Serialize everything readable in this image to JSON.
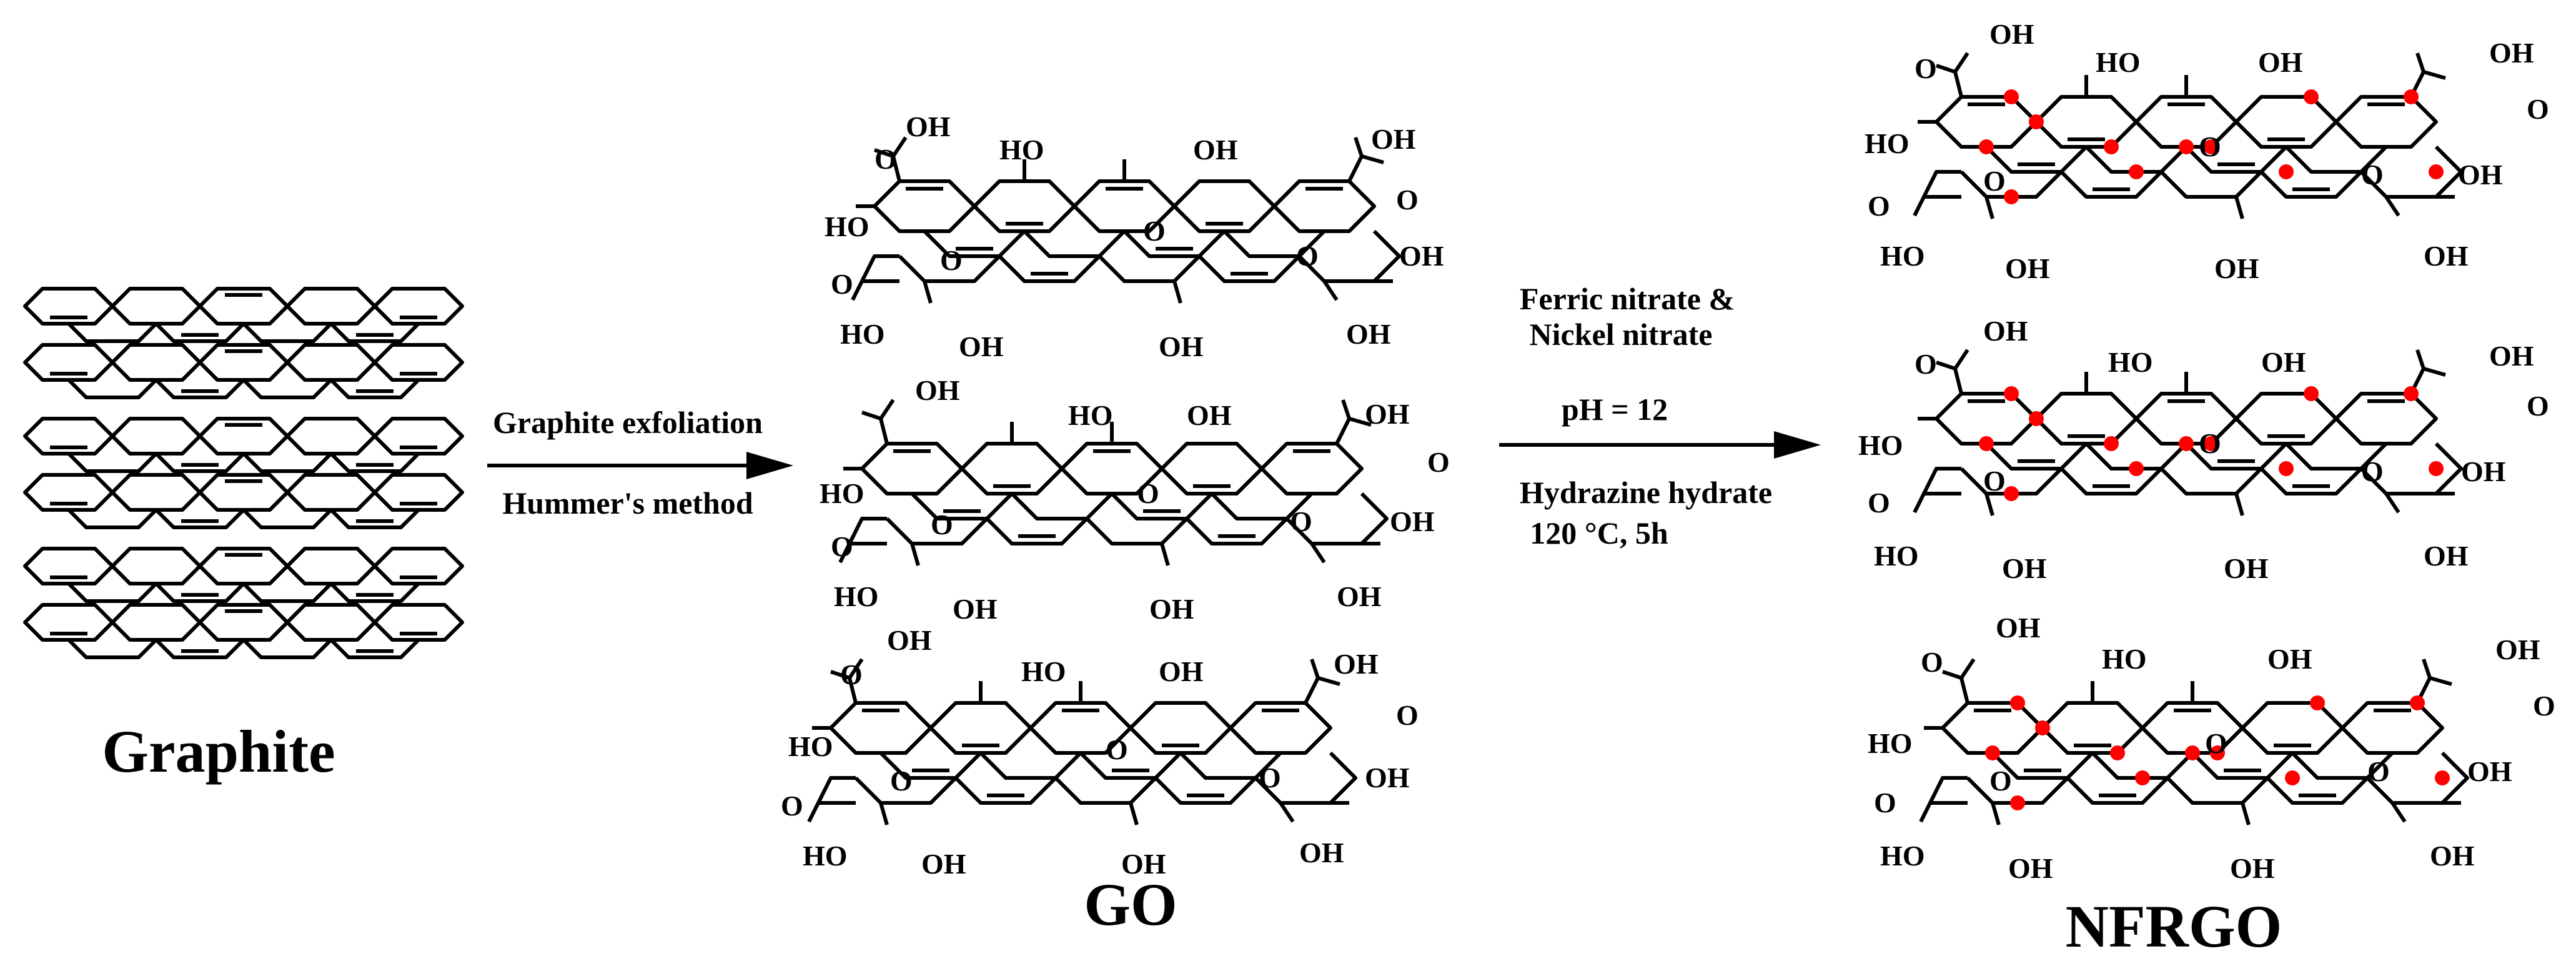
{
  "labels": {
    "graphite": "Graphite",
    "go": "GO",
    "nfrgo": "NFRGO"
  },
  "arrow1": {
    "line1": "Graphite exfoliation",
    "line2": "Hummer's method"
  },
  "arrow2": {
    "line1": "Ferric nitrate &",
    "line2": "Nickel nitrate",
    "line3": "pH = 12",
    "line4": "Hydrazine hydrate",
    "line5": "120 °C, 5h"
  },
  "groups": {
    "oh": "OH",
    "o": "O",
    "ho": "HO"
  },
  "colors": {
    "dopant_dot": "#ff0000"
  }
}
